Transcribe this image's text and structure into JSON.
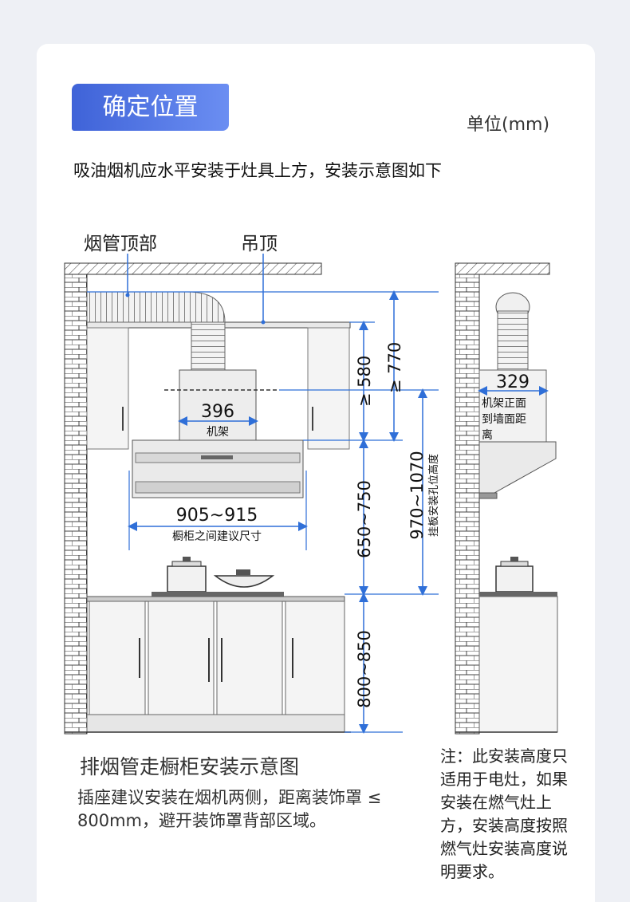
{
  "header": {
    "title": "确定位置",
    "unit": "单位(mm)"
  },
  "intro": "吸油烟机应水平安装于灶具上方，安装示意图如下",
  "labels": {
    "duct_top": "烟管顶部",
    "ceiling": "吊顶",
    "frame_width": "396",
    "frame": "机架",
    "cabinet_gap": "905~915",
    "cabinet_gap_note": "橱柜之间建议尺寸",
    "dim_580": "≥ 580",
    "dim_770": "≥ 770",
    "dim_650_750": "650~750",
    "dim_970_1070": "970~1070",
    "dim_970_1070_note": "挂板安装孔位高度",
    "dim_800_850": "800~850",
    "dim_329": "329",
    "dim_329_note": "机架正面到墙面距离"
  },
  "captions": {
    "main": "排烟管走橱柜安装示意图",
    "sub": "插座建议安装在烟机两侧，距离装饰罩 ≤ 800mm，避开装饰罩背部区域。",
    "note": "注：此安装高度只适用于电灶，如果安装在燃气灶上方，安装高度按照燃气灶安装高度说明要求。"
  },
  "colors": {
    "accent": "#4169e1",
    "line": "#2a2a2a",
    "blue_dim": "#2f6fd8"
  }
}
